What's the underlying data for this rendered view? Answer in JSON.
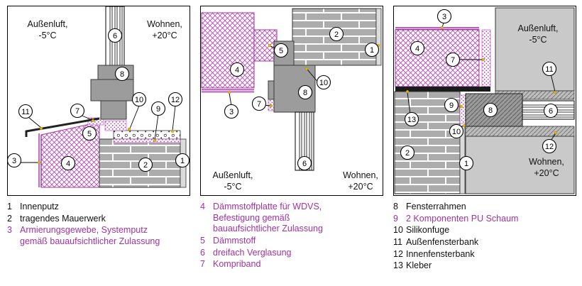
{
  "callouts": {
    "n1": "1",
    "n2": "2",
    "n3": "3",
    "n4": "4",
    "n5": "5",
    "n6": "6",
    "n7": "7",
    "n8": "8",
    "n9": "9",
    "n10": "10",
    "n11": "11",
    "n12": "12",
    "n13": "13"
  },
  "air_labels": {
    "outside_1": "Außenluft,",
    "outside_2": "-5°C",
    "inside_1": "Wohnen,",
    "inside_2": "+20°C"
  },
  "legend": {
    "items": [
      {
        "num": "1",
        "label": "Innenputz"
      },
      {
        "num": "2",
        "label": "tragendes Mauerwerk"
      },
      {
        "num": "3",
        "label": "Armierungsgewebe, Systemputz gemäß bauaufsichtlicher Zulassung"
      },
      {
        "num": "4",
        "label": "Dämmstoffplatte für WDVS, Befestigung gemäß bauaufsichtlicher Zulassung"
      },
      {
        "num": "5",
        "label": "Dämmstoff"
      },
      {
        "num": "6",
        "label": "dreifach Verglasung"
      },
      {
        "num": "7",
        "label": "Kompriband"
      },
      {
        "num": "8",
        "label": "Fensterrahmen"
      },
      {
        "num": "9",
        "label": "2 Komponenten PU Schaum"
      },
      {
        "num": "10",
        "label": "Silikonfuge"
      },
      {
        "num": "11",
        "label": "Außenfensterbank"
      },
      {
        "num": "12",
        "label": "Innenfensterbank"
      },
      {
        "num": "13",
        "label": "Kleber"
      }
    ]
  },
  "colors": {
    "accent": "#A132A1",
    "insulation_hatch": "#B33FB3",
    "masonry": "#ACACAC",
    "room_fill": "#C9C9C9",
    "marker_dot": "#E7B50A"
  }
}
